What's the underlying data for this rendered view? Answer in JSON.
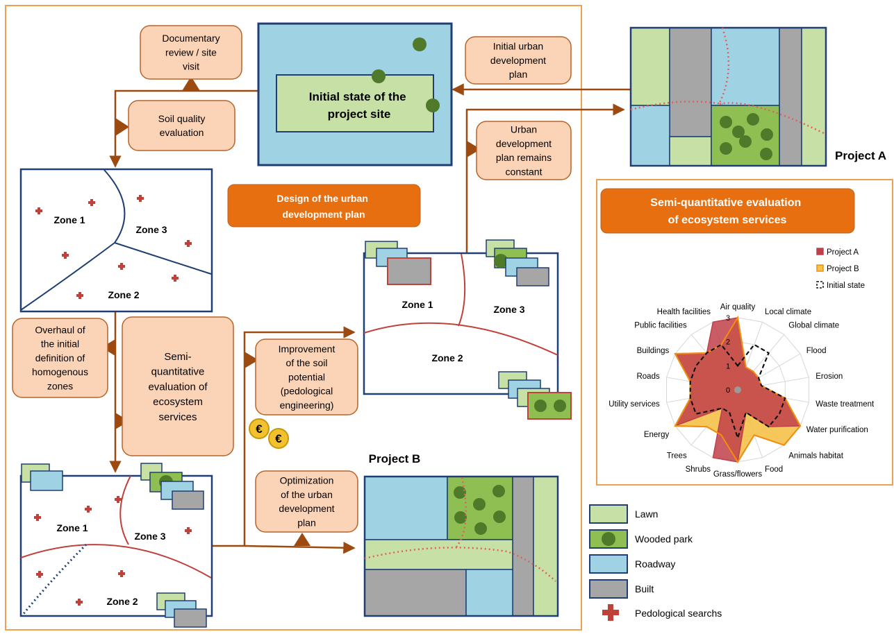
{
  "colors": {
    "frame": "#f0a050",
    "arrow": "#9c4a10",
    "box_fill": "#fbd3b7",
    "box_stroke": "#b5642a",
    "title_fill": "#e86f10",
    "lawn": "#c7e0a6",
    "wooded_park": "#8fbf52",
    "tree": "#4e7a2a",
    "roadway": "#9fd3e3",
    "built": "#a6a6a6",
    "zone_blue": "#1f3e73",
    "zone_red": "#c0403a",
    "pedological": "#c0403a",
    "project_a": "#c0404a",
    "project_b": "#f09010",
    "project_b_fill": "#f5c24a"
  },
  "boxes": {
    "documentary": [
      "Documentary",
      "review / site",
      "visit"
    ],
    "soil_quality": [
      "Soil quality",
      "evaluation"
    ],
    "initial_plan": [
      "Initial urban",
      "development",
      "plan"
    ],
    "plan_constant": [
      "Urban",
      "development",
      "plan remains",
      "constant"
    ],
    "overhaul": [
      "Overhaul of",
      "the initial",
      "definition of",
      "homogenous",
      "zones"
    ],
    "semi_quant": [
      "Semi-",
      "quantitative",
      "evaluation of",
      "ecosystem",
      "services"
    ],
    "improvement": [
      "Improvement",
      "of the soil",
      "potential",
      "(pedological",
      "engineering)"
    ],
    "optimization": [
      "Optimization",
      "of the urban",
      "development",
      "plan"
    ]
  },
  "titles": {
    "design": [
      "Design of the urban",
      "development plan"
    ],
    "semi_eval": [
      "Semi-quantitative evaluation",
      "of ecosystem services"
    ]
  },
  "initial_state": [
    "Initial state of the",
    "project site"
  ],
  "zones": {
    "z1": "Zone 1",
    "z2": "Zone 2",
    "z3": "Zone 3"
  },
  "project_a_label": "Project A",
  "project_b_label": "Project B",
  "legend": [
    {
      "key": "lawn",
      "label": "Lawn"
    },
    {
      "key": "wooded_park",
      "label": "Wooded park"
    },
    {
      "key": "roadway",
      "label": "Roadway"
    },
    {
      "key": "built",
      "label": "Built"
    },
    {
      "key": "pedological",
      "label": "Pedological searchs"
    }
  ],
  "chart_data": {
    "type": "radar",
    "rmax": 3,
    "ticks": [
      "0",
      "1",
      "2",
      "3"
    ],
    "axes": [
      "Air quality",
      "Local climate",
      "Global climate",
      "Flood",
      "Erosion",
      "Waste treatment",
      "Water purification",
      "Animals habitat",
      "Food",
      "Grass/flowers",
      "Shrubs",
      "Trees",
      "Energy",
      "Utility services",
      "Roads",
      "Buildings",
      "Public facilities",
      "Health facilities"
    ],
    "series": [
      {
        "name": "Project A",
        "values": [
          3,
          1,
          1,
          1,
          1,
          2,
          3,
          2,
          1,
          3,
          3,
          1,
          3,
          2,
          2,
          3,
          2,
          3
        ]
      },
      {
        "name": "Project B",
        "values": [
          3,
          1,
          1,
          1,
          1,
          2,
          3,
          3,
          2,
          3,
          2,
          2,
          3,
          2,
          2,
          3,
          2,
          2
        ]
      },
      {
        "name": "Initial state",
        "values": [
          1,
          2,
          2,
          1,
          1,
          2,
          2,
          2,
          1,
          2,
          1,
          1,
          2,
          2,
          2,
          2,
          2,
          2
        ]
      }
    ],
    "legend_position": "top-right"
  }
}
